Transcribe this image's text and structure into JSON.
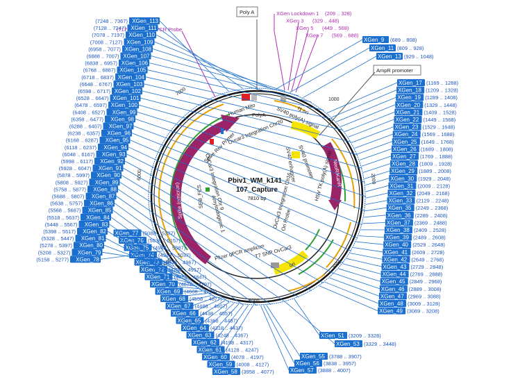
{
  "plasmid": {
    "name_line1": "Pbiv1_WM_k141_",
    "name_line2": "107_Capture",
    "length": "7810 bp"
  },
  "ticks": [
    "1000",
    "2000",
    "3000",
    "4000",
    "5000",
    "6000",
    "7000"
  ],
  "colors": {
    "primer": "#1a6fcf",
    "magenta": "#b02ab0",
    "gene": "#9b2367",
    "orange": "#e8a000",
    "green": "#2ea02e"
  },
  "top_features": {
    "polya": "Poly A",
    "ampr_promoter": "AmpR promoter",
    "dpcr_probe_name": "dPCR Probe",
    "dpcr_probe_range": "(7174 .. 7197)"
  },
  "inner_labels": {
    "human_mito": "Human Mito",
    "polya": "PolyA",
    "sv40_polya": "SV40 poly(A) signal",
    "f1_ori": "f1 ori",
    "sv40_promoter": "SV40 promoter",
    "sv40_enhancer": "SV40 enhancer",
    "neor": "NeoR/KanR",
    "hsv_tk": "HSV TK poly(A) signal",
    "ori": "ori",
    "t7_snp": "T7 SNP OvCar3",
    "pfizer": "Pfizer qPCR amplicon",
    "spike": "Spike (omicron)",
    "seb_fcs": "SEB_FCS",
    "ovcar3_chr9": "OvCar3 Integration Chr 9",
    "amyloidogenic": "Amyloidogenic 1",
    "spike_rev": "Spike Rev Primer",
    "ovcar3_chr20": "Ovcar3 Integration Chr20",
    "ovcar3_chr16": "OvCar3 Integration Ch16",
    "ori_probe": "Ori Probe"
  },
  "magenta_features": [
    {
      "name": "XGen Lockdown 1",
      "range": "(209 .. 328)"
    },
    {
      "name": "XGen 3",
      "range": "(329 .. 448)"
    },
    {
      "name": "XGen 5",
      "range": "(449 .. 568)"
    },
    {
      "name": "XGen 7",
      "range": "(569 .. 688)"
    }
  ],
  "right_xgens": [
    {
      "name": "XGen_9",
      "range": "(689 .. 808)"
    },
    {
      "name": "XGen_11",
      "range": "(809 .. 928)"
    },
    {
      "name": "XGen_13",
      "range": "(929 .. 1048)"
    },
    {
      "name": "XGen_17",
      "range": "(1169 .. 1288)"
    },
    {
      "name": "XGen_18",
      "range": "(1209 .. 1328)"
    },
    {
      "name": "XGen_19",
      "range": "(1289 .. 1408)"
    },
    {
      "name": "XGen_20",
      "range": "(1329 .. 1448)"
    },
    {
      "name": "XGen_21",
      "range": "(1409 .. 1528)"
    },
    {
      "name": "XGen_22",
      "range": "(1449 .. 1568)"
    },
    {
      "name": "XGen_23",
      "range": "(1529 .. 1648)"
    },
    {
      "name": "XGen_24",
      "range": "(1569 .. 1688)"
    },
    {
      "name": "XGen_25",
      "range": "(1649 .. 1768)"
    },
    {
      "name": "XGen_26",
      "range": "(1689 .. 1808)"
    },
    {
      "name": "XGen_27",
      "range": "(1769 .. 1888)"
    },
    {
      "name": "XGen_28",
      "range": "(1809 .. 1928)"
    },
    {
      "name": "XGen_29",
      "range": "(1889 .. 2008)"
    },
    {
      "name": "XGen_30",
      "range": "(1929 .. 2048)"
    },
    {
      "name": "XGen_31",
      "range": "(2009 .. 2128)"
    },
    {
      "name": "XGen_32",
      "range": "(2049 .. 2168)"
    },
    {
      "name": "XGen_33",
      "range": "(2129 .. 2248)"
    },
    {
      "name": "XGen_35",
      "range": "(2249 .. 2368)"
    },
    {
      "name": "XGen_36",
      "range": "(2289 .. 2408)"
    },
    {
      "name": "XGen_37",
      "range": "(2369 .. 2488)"
    },
    {
      "name": "XGen_38",
      "range": "(2409 .. 2528)"
    },
    {
      "name": "XGen_39",
      "range": "(2489 .. 2608)"
    },
    {
      "name": "XGen_40",
      "range": "(2529 .. 2648)"
    },
    {
      "name": "XGen_41",
      "range": "(2609 .. 2728)"
    },
    {
      "name": "XGen_42",
      "range": "(2649 .. 2768)"
    },
    {
      "name": "XGen_43",
      "range": "(2729 .. 2848)"
    },
    {
      "name": "XGen_44",
      "range": "(2769 .. 2888)"
    },
    {
      "name": "XGen_45",
      "range": "(2849 .. 2968)"
    },
    {
      "name": "XGen_46",
      "range": "(2889 .. 3008)"
    },
    {
      "name": "XGen_47",
      "range": "(2969 .. 3088)"
    },
    {
      "name": "XGen_48",
      "range": "(3009 .. 3128)"
    },
    {
      "name": "XGen_49",
      "range": "(3089 .. 3208)"
    }
  ],
  "bottom_xgens": [
    {
      "name": "XGen_51",
      "range": "(3209 .. 3328)"
    },
    {
      "name": "XGen_53",
      "range": "(3329 .. 3448)"
    },
    {
      "name": "XGen_55",
      "range": "(3788 .. 3907)"
    },
    {
      "name": "XGen_56",
      "range": "(3838 .. 3957)"
    },
    {
      "name": "XGen_57",
      "range": "(3888 .. 4007)"
    },
    {
      "name": "XGen_58",
      "range": "(3958 .. 4077)"
    },
    {
      "name": "XGen_59",
      "range": "(4008 .. 4127)"
    },
    {
      "name": "XGen_60",
      "range": "(4078 .. 4197)"
    },
    {
      "name": "XGen_61",
      "range": "(4128 .. 4247)"
    },
    {
      "name": "XGen_62",
      "range": "(4198 .. 4317)"
    },
    {
      "name": "XGen_63",
      "range": "(4248 .. 4367)"
    },
    {
      "name": "XGen_64",
      "range": "(4318 .. 4437)"
    },
    {
      "name": "XGen_65",
      "range": "(4368 .. 4487)"
    },
    {
      "name": "XGen_66",
      "range": "(4438 .. 4557)"
    },
    {
      "name": "XGen_67",
      "range": "(4488 .. 4607)"
    },
    {
      "name": "XGen_68",
      "range": "(4558 .. 4677)"
    },
    {
      "name": "XGen_69",
      "range": "(4608 .. 4727)"
    },
    {
      "name": "XGen_70",
      "range": "(4678 .. 4797)"
    },
    {
      "name": "XGen_71",
      "range": "(4728 .. 4847)"
    },
    {
      "name": "XGen_72",
      "range": "(4798 .. 4917)"
    },
    {
      "name": "XGen_73",
      "range": "(4848 .. 4967)"
    },
    {
      "name": "XGen_74",
      "range": "(4918 .. 5037)"
    },
    {
      "name": "XGen_75",
      "range": "(4968 .. 5087)"
    },
    {
      "name": "XGen_76",
      "range": "(5038 .. 5157)"
    },
    {
      "name": "XGen_77",
      "range": "(5088 .. 5207)"
    }
  ],
  "left_xgens": [
    {
      "name": "XGen_78",
      "range": "(5158 .. 5277)"
    },
    {
      "name": "XGen_79",
      "range": "(5208 .. 5327)"
    },
    {
      "name": "XGen_80",
      "range": "(5278 .. 5397)"
    },
    {
      "name": "XGen_81",
      "range": "(5328 .. 5447)"
    },
    {
      "name": "XGen_82",
      "range": "(5398 .. 5517)"
    },
    {
      "name": "XGen_83",
      "range": "(5448 .. 5567)"
    },
    {
      "name": "XGen_84",
      "range": "(5518 .. 5637)"
    },
    {
      "name": "XGen_85",
      "range": "(5568 .. 5687)"
    },
    {
      "name": "XGen_86",
      "range": "(5638 .. 5757)"
    },
    {
      "name": "XGen_87",
      "range": "(5688 .. 5807)"
    },
    {
      "name": "XGen_88",
      "range": "(5758 .. 5877)"
    },
    {
      "name": "XGen_89",
      "range": "(5808 .. 5927)"
    },
    {
      "name": "XGen_90",
      "range": "(5878 .. 5997)"
    },
    {
      "name": "XGen_91",
      "range": "(5928 .. 6047)"
    },
    {
      "name": "XGen_92",
      "range": "(5998 .. 6117)"
    },
    {
      "name": "XGen_93",
      "range": "(6048 .. 6167)"
    },
    {
      "name": "XGen_94",
      "range": "(6118 .. 6237)"
    },
    {
      "name": "XGen_95",
      "range": "(6168 .. 6287)"
    },
    {
      "name": "XGen_96",
      "range": "(6238 .. 6357)"
    },
    {
      "name": "XGen_97",
      "range": "(6288 .. 6407)"
    },
    {
      "name": "XGen_98",
      "range": "(6358 .. 6477)"
    },
    {
      "name": "XGen_99",
      "range": "(6408 .. 6527)"
    },
    {
      "name": "XGen_100",
      "range": "(6478 .. 6597)"
    },
    {
      "name": "XGen_101",
      "range": "(6528 .. 6647)"
    },
    {
      "name": "XGen_102",
      "range": "(6598 .. 6717)"
    },
    {
      "name": "XGen_103",
      "range": "(6648 .. 6767)"
    },
    {
      "name": "XGen_104",
      "range": "(6718 .. 6837)"
    },
    {
      "name": "XGen_105",
      "range": "(6768 .. 6887)"
    },
    {
      "name": "XGen_106",
      "range": "(6838 .. 6957)"
    },
    {
      "name": "XGen_107",
      "range": "(6888 .. 7007)"
    },
    {
      "name": "XGen_108",
      "range": "(6958 .. 7077)"
    },
    {
      "name": "XGen_109",
      "range": "(7008 .. 7127)"
    },
    {
      "name": "XGen_110",
      "range": "(7078 .. 7197)"
    },
    {
      "name": "XGen_111",
      "range": "(7128 .. 7247)"
    },
    {
      "name": "XGen_113",
      "range": "(7248 .. 7367)"
    }
  ]
}
